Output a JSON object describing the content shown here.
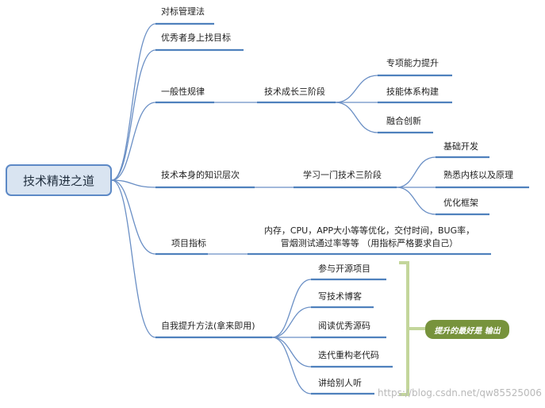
{
  "root": {
    "label": "技术精进之道"
  },
  "branches": {
    "b1": {
      "label": "对标管理法"
    },
    "b2": {
      "label": "优秀者身上找目标"
    },
    "b3": {
      "label": "一般性规律",
      "sub": {
        "label": "技术成长三阶段",
        "children": [
          "专项能力提升",
          "技能体系构建",
          "融合创新"
        ]
      }
    },
    "b4": {
      "label": "技术本身的知识层次",
      "sub": {
        "label": "学习一门技术三阶段",
        "children": [
          "基础开发",
          "熟悉内核以及原理",
          "优化框架"
        ]
      }
    },
    "b5": {
      "label": "项目指标",
      "detail": {
        "line1": "内存，CPU，APP大小等等优化，交付时间，BUG率，",
        "line2": "冒烟测试通过率等等  （用指标严格要求自己）"
      }
    },
    "b6": {
      "label": "自我提升方法(拿来即用)",
      "children": [
        "参与开源项目",
        "写技术博客",
        "阅读优秀源码",
        "迭代重构老代码",
        "讲给别人听"
      ]
    }
  },
  "callout": {
    "label": "提升的最好是 输出"
  },
  "watermark": {
    "text": "https://blog.csdn.net/qw85525006"
  },
  "colors": {
    "line": "#6a8fc5",
    "underline": "#4f81bd",
    "root_fill": "#d9e4f1",
    "root_border": "#5d89c6",
    "bracket": "#c3d69b",
    "callout": "#77933c"
  }
}
